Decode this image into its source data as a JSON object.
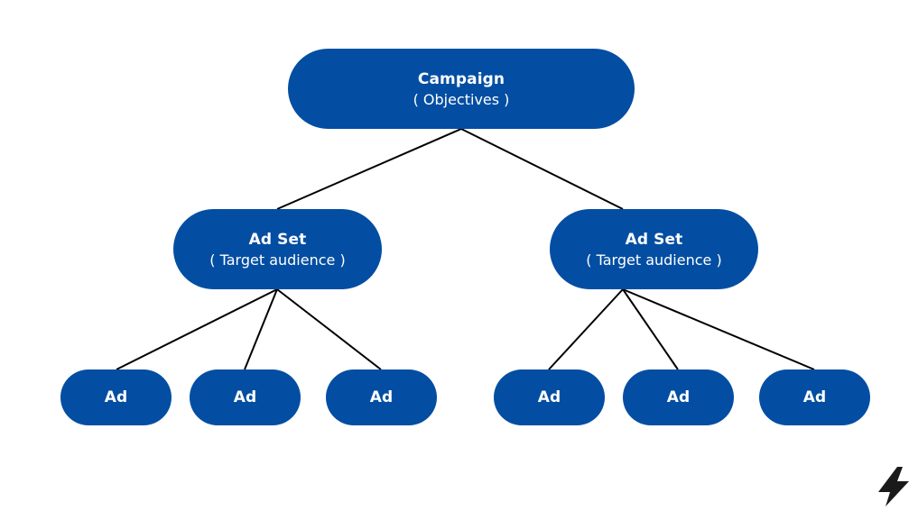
{
  "colors": {
    "node_fill": "#034ea2",
    "node_text": "#ffffff",
    "connector": "#000000",
    "background": "#ffffff"
  },
  "campaign": {
    "title": "Campaign",
    "subtitle": "( Objectives )"
  },
  "ad_sets": [
    {
      "title": "Ad Set",
      "subtitle": "( Target audience )",
      "ads": [
        {
          "label": "Ad"
        },
        {
          "label": "Ad"
        },
        {
          "label": "Ad"
        }
      ]
    },
    {
      "title": "Ad Set",
      "subtitle": "( Target audience )",
      "ads": [
        {
          "label": "Ad"
        },
        {
          "label": "Ad"
        },
        {
          "label": "Ad"
        }
      ]
    }
  ],
  "logo": {
    "icon": "lightning-bolt-icon"
  }
}
